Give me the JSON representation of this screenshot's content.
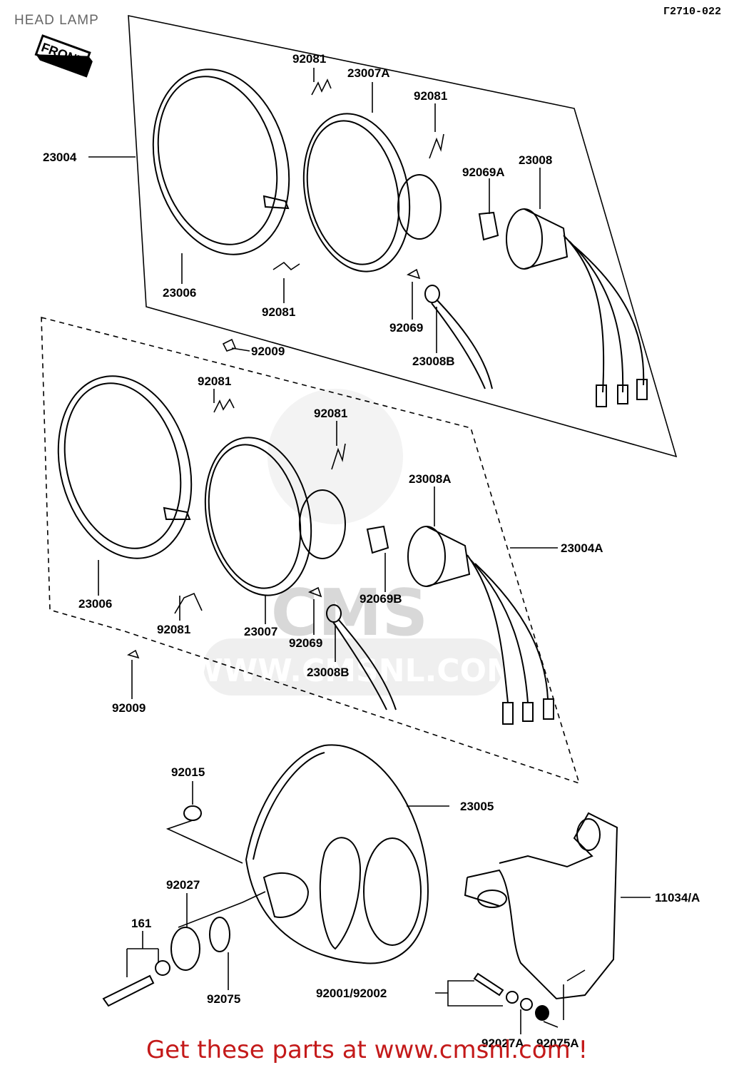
{
  "header": {
    "title": "HEAD LAMP",
    "code": "Γ2710-022"
  },
  "front_badge": "FRONT",
  "watermark": "WWW.CMSNL.COM",
  "watermark_logo": "CMS",
  "labels": {
    "p92081_a": "92081",
    "p23007A": "23007A",
    "p92081_b": "92081",
    "p23004": "23004",
    "p92069A": "92069A",
    "p23008": "23008",
    "p23006_a": "23006",
    "p92081_c": "92081",
    "p92069_a": "92069",
    "p23008B_a": "23008B",
    "p92009_a": "92009",
    "p92081_d": "92081",
    "p92081_e": "92081",
    "p23008A": "23008A",
    "p23004A": "23004A",
    "p92069B": "92069B",
    "p23006_b": "23006",
    "p92081_f": "92081",
    "p23007": "23007",
    "p92069_b": "92069",
    "p23008B_b": "23008B",
    "p92009_b": "92009",
    "p92015": "92015",
    "p23005": "23005",
    "p92027": "92027",
    "p161": "161",
    "p11034A": "11034/A",
    "p92075": "92075",
    "p92001_92002": "92001/92002",
    "p92027A": "92027A",
    "p92075A": "92075A"
  },
  "footer": {
    "promo": "Get these parts at www.cmsnl.com !"
  }
}
